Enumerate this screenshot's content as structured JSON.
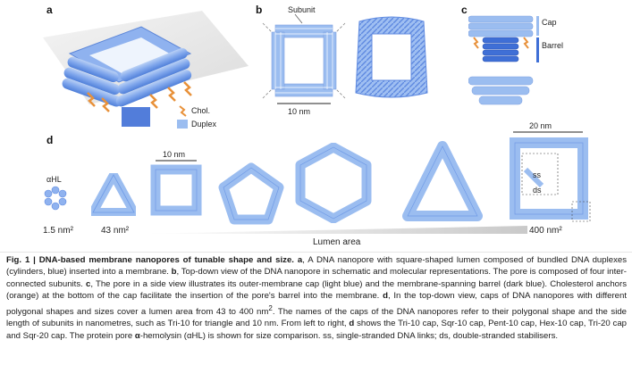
{
  "panels": {
    "a": "a",
    "b": "b",
    "c": "c",
    "d": "d"
  },
  "panel_a": {
    "legend_chol": "Chol.",
    "legend_duplex": "Duplex"
  },
  "panel_b": {
    "subunit_label": "Subunit",
    "scale_label": "10 nm"
  },
  "panel_c": {
    "cap_label": "Cap",
    "barrel_label": "Barrel"
  },
  "panel_d": {
    "ahl_label": "αHL",
    "scale_10nm": "10 nm",
    "scale_20nm": "20 nm",
    "ss_label": "ss",
    "ds_label": "ds",
    "area_ahl": "1.5 nm²",
    "area_small": "43 nm²",
    "area_large": "400 nm²",
    "lumen_area": "Lumen area"
  },
  "colors": {
    "light_blue": "#9bbdf0",
    "mid_blue": "#6f9ae6",
    "dark_blue": "#3f6fd6",
    "orange": "#e8913a"
  },
  "caption": {
    "title": "Fig. 1 | DNA-based membrane nanopores of tunable shape and size.",
    "text_a_label": "a",
    "text_a": ", A DNA nanopore with square-shaped lumen composed of bundled DNA duplexes (cylinders, blue) inserted into a membrane.",
    "text_b_label": "b",
    "text_b": ", Top-down view of the DNA nanopore in schematic and molecular representations. The pore is composed of four inter-connected subunits.",
    "text_c_label": "c",
    "text_c": ", The pore in a side view illustrates its outer-membrane cap (light blue) and the membrane-spanning barrel (dark blue). Cholesterol anchors (orange) at the bottom of the cap facilitate the insertion of the pore's barrel into the membrane.",
    "text_d_label": "d",
    "text_d1": ", In the top-down view, caps of DNA nanopores with different polygonal shapes and sizes cover a lumen area from 43 to 400 nm",
    "text_d1_sup": "2",
    "text_d2": ". The names of the caps of the DNA nanopores refer to their polygonal shape and the side length of subunits in nanometres, such as Tri-10 for triangle and 10 nm. From left to right,",
    "text_d2b_label": "d",
    "text_d3": "shows the Tri-10 cap, Sqr-10 cap, Pent-10 cap, Hex-10 cap, Tri-20 cap and Sqr-20 cap. The protein pore",
    "text_d3_alpha": "α",
    "text_d4": "-hemolysin (αHL) is shown for size comparison. ss, single-stranded DNA links; ds, double-stranded stabilisers."
  }
}
